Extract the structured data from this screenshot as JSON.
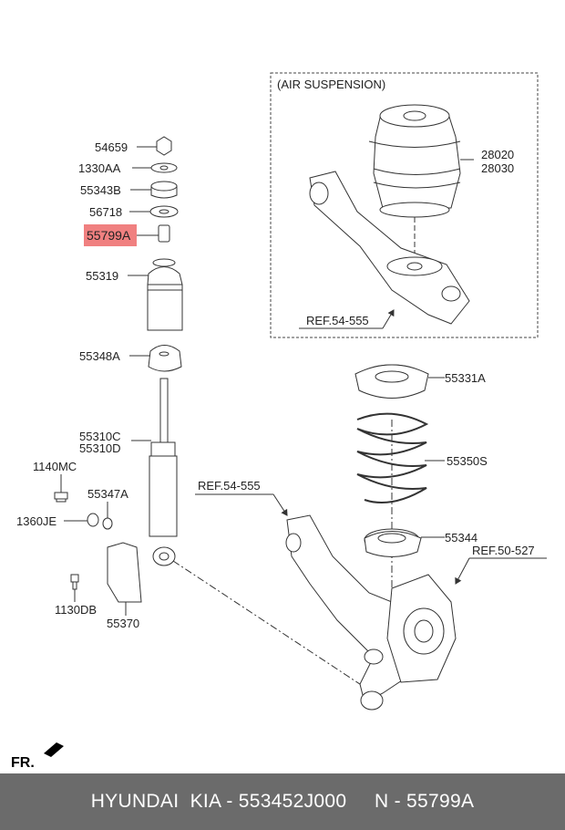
{
  "diagram": {
    "air_suspension_title": "(AIR SUSPENSION)",
    "highlight_color": "#f08080",
    "labels": {
      "p54659": "54659",
      "p1330AA": "1330AA",
      "p55343B": "55343B",
      "p56718": "56718",
      "p55799A": "55799A",
      "p55319": "55319",
      "p55348A": "55348A",
      "p55310C": "55310C",
      "p55310D": "55310D",
      "p1140MC": "1140MC",
      "p55347A": "55347A",
      "p1360JE": "1360JE",
      "p1130DB": "1130DB",
      "p55370": "55370",
      "p28020": "28020",
      "p28030": "28030",
      "ref_air": "REF.54-555",
      "ref_main": "REF.54-555",
      "ref_knuckle": "REF.50-527",
      "p55331A": "55331A",
      "p55350S": "55350S",
      "p55344": "55344"
    },
    "front_marker": "FR."
  },
  "footer": {
    "text": "HYUNDAI  KIA - 553452J000     N - 55799A"
  }
}
